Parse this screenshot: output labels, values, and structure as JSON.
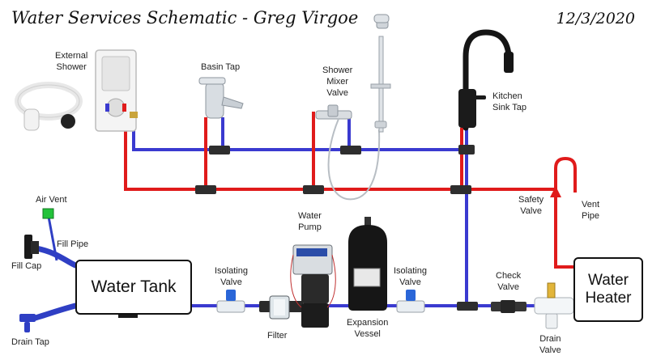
{
  "header": {
    "title": "Water Services Schematic - Greg Virgoe",
    "date": "12/3/2020"
  },
  "components": {
    "water_tank": "Water Tank",
    "water_heater": "Water\nHeater"
  },
  "labels": {
    "external_shower": "External\nShower",
    "basin_tap": "Basin Tap",
    "shower_mixer_valve": "Shower\nMixer\nValve",
    "kitchen_sink_tap": "Kitchen\nSink Tap",
    "air_vent": "Air Vent",
    "fill_pipe": "Fill Pipe",
    "fill_cap": "Fill Cap",
    "drain_tap": "Drain Tap",
    "isolating_valve_left": "Isolating\nValve",
    "filter": "Filter",
    "water_pump": "Water\nPump",
    "expansion_vessel": "Expansion\nVessel",
    "isolating_valve_right": "Isolating\nValve",
    "check_valve": "Check\nValve",
    "drain_valve": "Drain\nValve",
    "safety_valve": "Safety\nValve",
    "vent_pipe": "Vent\nPipe"
  },
  "colors": {
    "cold_pipe": "#3a3ad0",
    "hot_pipe": "#e01b1b",
    "fitting": "#2e2e2e",
    "air_vent": "#22c23a"
  }
}
